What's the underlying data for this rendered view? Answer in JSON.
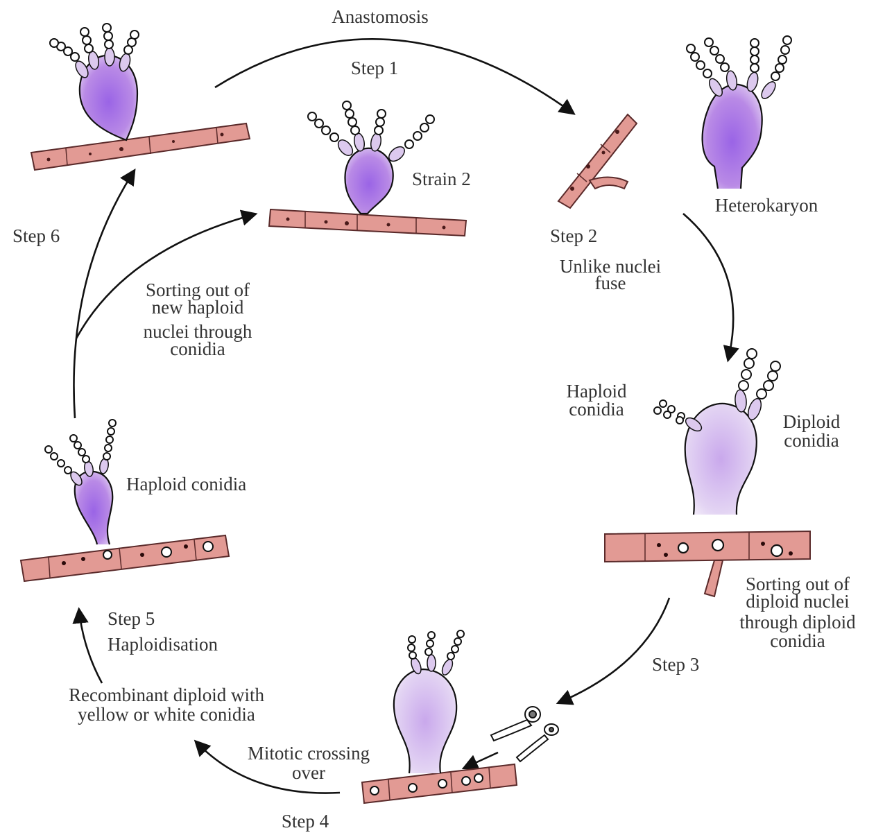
{
  "labels": {
    "anastomosis": "Anastomosis",
    "step1": "Step 1",
    "strain2": "Strain 2",
    "heterokaryon": "Heterokaryon",
    "step2": "Step 2",
    "step2_desc_1": "Unlike nuclei",
    "step2_desc_2": "fuse",
    "step6": "Step 6",
    "sorting_haploid_1": "Sorting out of",
    "sorting_haploid_2": "new haploid",
    "sorting_haploid_3": "nuclei through",
    "sorting_haploid_4": "conidia",
    "haploid_conidia_right_1": "Haploid",
    "haploid_conidia_right_2": "conidia",
    "diploid_conidia_1": "Diploid",
    "diploid_conidia_2": "conidia",
    "haploid_conidia_left": "Haploid conidia",
    "sorting_diploid_1": "Sorting out of",
    "sorting_diploid_2": "diploid nuclei",
    "sorting_diploid_3": "through diploid",
    "sorting_diploid_4": "conidia",
    "step3": "Step 3",
    "step5": "Step 5",
    "step5_desc": "Haploidisation",
    "recombinant_1": "Recombinant diploid with",
    "recombinant_2": "yellow or white conidia",
    "mitotic_1": "Mitotic crossing",
    "mitotic_2": "over",
    "step4": "Step 4"
  },
  "colors": {
    "hypha_fill": "#e29a94",
    "hypha_stroke": "#5a2a2a",
    "vesicle_violet": "#b07be0",
    "vesicle_lilac": "#cdb0e8",
    "phialide": "#dcc9ee",
    "ink": "#1a1a1a"
  }
}
